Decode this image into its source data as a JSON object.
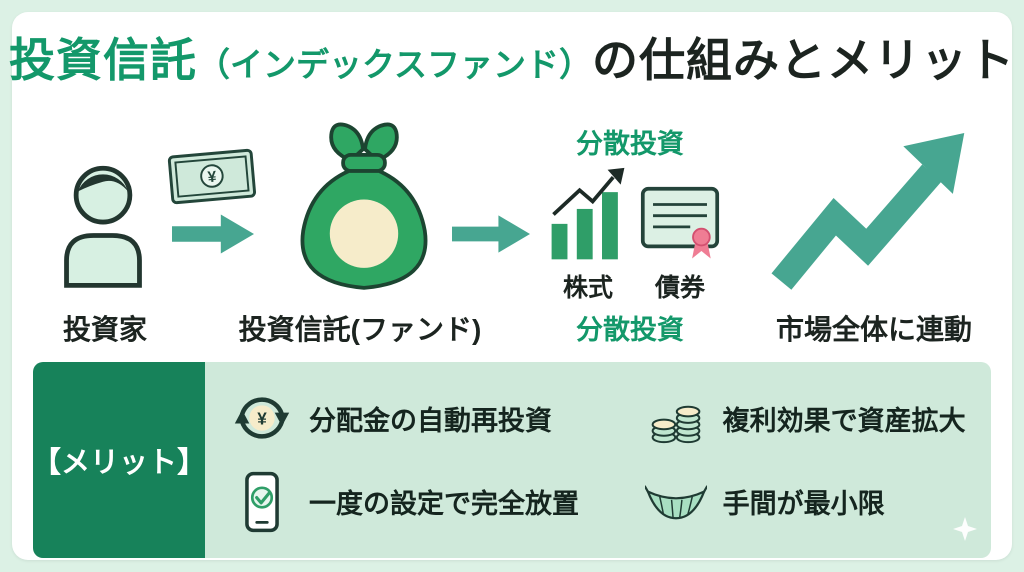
{
  "title": {
    "highlight": "投資信託",
    "paren": "（インデックスファンド）",
    "rest": "の仕組みとメリット"
  },
  "yen_symbol": "¥",
  "flow": {
    "investor": "投資家",
    "fund": "投資信託(ファンド)",
    "diversify_top": "分散投資",
    "stocks": "株式",
    "bonds": "債券",
    "diversify_bottom": "分散投資",
    "market": "市場全体に連動"
  },
  "merits": {
    "header": "【メリット】",
    "items": [
      {
        "label": "分配金の自動再投資",
        "icon": "reinvest-cycle-icon"
      },
      {
        "label": "複利効果で資産拡大",
        "icon": "coin-stack-icon"
      },
      {
        "label": "一度の設定で完全放置",
        "icon": "phone-check-icon"
      },
      {
        "label": "手間が最小限",
        "icon": "hammock-icon"
      }
    ]
  },
  "icons": {
    "investor": "person-icon",
    "payment": "yen-bill-icon",
    "flow_arrows": "arrow-right-icon",
    "fund": "money-bag-icon",
    "stocks": "bar-chart-growth-icon",
    "bonds": "certificate-icon",
    "market": "zigzag-up-arrow-icon",
    "decoration": "sparkle-icon"
  },
  "colors": {
    "page_background": "#dcf1e5",
    "card_background": "#ffffff",
    "accent_green": "#13986a",
    "arrow_teal": "#47a691",
    "bag_green": "#2fa763",
    "outline_dark": "#1c4531",
    "text_dark": "#1c2420",
    "merits_header_bg": "#17825a",
    "merits_bg": "#cfe9da",
    "seal_pink": "#ef7d94",
    "cream": "#f6ecca"
  }
}
